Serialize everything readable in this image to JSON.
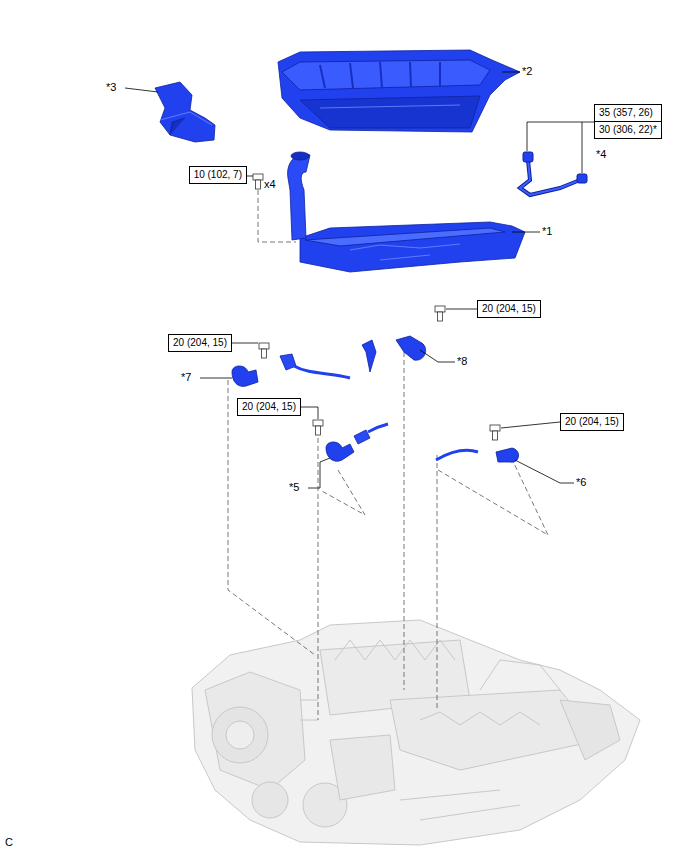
{
  "diagram": {
    "nodes": [
      {
        "text": [
          "35 (357, 26)",
          "30 (306, 22)*"
        ]
      },
      {
        "text": [
          "10 (102, 7)"
        ]
      },
      {
        "text": [
          "20 (204, 15)"
        ]
      },
      {
        "text": [
          "20 (204, 15)"
        ]
      },
      {
        "text": [
          "20 (204, 15)"
        ]
      },
      {
        "text": [
          "20 (204, 15)"
        ]
      }
    ],
    "labels": [
      "*2",
      "*3",
      "*4",
      "x4",
      "*1",
      "*8",
      "*7",
      "*6",
      "*5",
      "C"
    ]
  }
}
